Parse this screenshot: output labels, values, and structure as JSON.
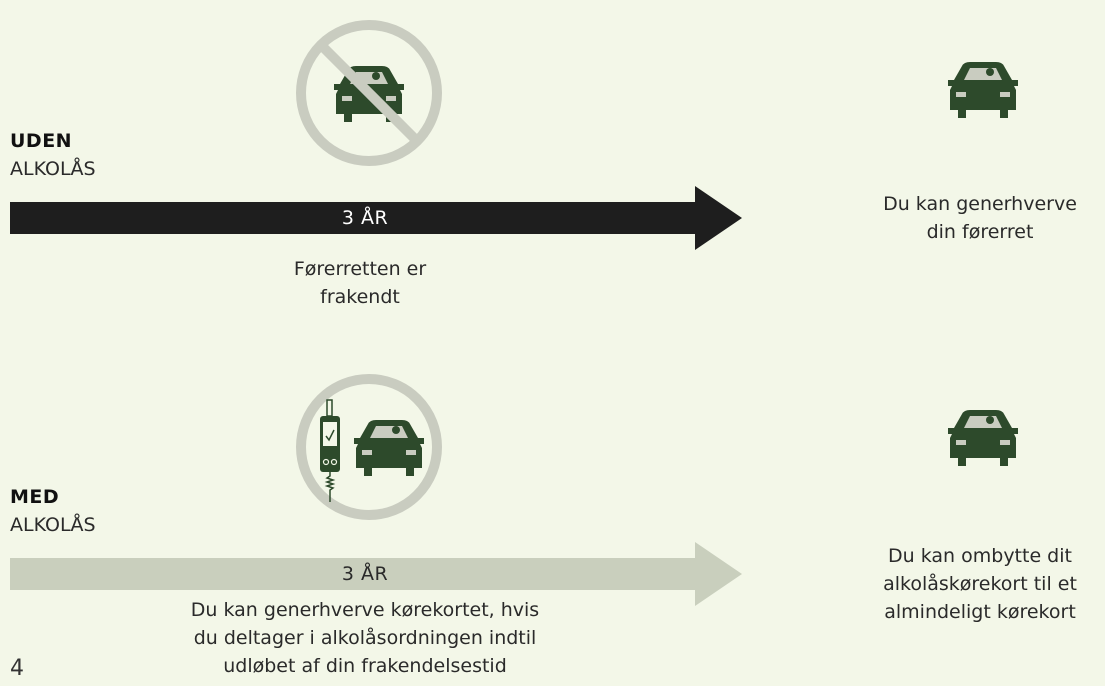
{
  "rows": {
    "without": {
      "title_bold": "UDEN",
      "title": "ALKOLÅS",
      "arrow_label": "3 ÅR",
      "caption_line1": "Førerretten er",
      "caption_line2": "frakendt",
      "result_line1": "Du kan generhverve",
      "result_line2": "din førerret",
      "arrow_color": "#1e1e1e",
      "arrow_text_color": "#ffffff"
    },
    "with": {
      "title_bold": "MED",
      "title": "ALKOLÅS",
      "arrow_label": "3 ÅR",
      "caption_line1": "Du kan generhverve kørekortet, hvis",
      "caption_line2": "du deltager i alkolåsordningen indtil",
      "caption_line3": "udløbet af din frakendelsestid",
      "result_line1": "Du kan ombytte dit",
      "result_line2": "alkolåskørekort til et",
      "result_line3": "almindeligt kørekort",
      "arrow_color": "#c9cfbd",
      "arrow_text_color": "#2a2a2a"
    }
  },
  "page_number": "4",
  "colors": {
    "background": "#f3f7e8",
    "car": "#2d4a2b",
    "circle": "#c9ccc0"
  }
}
